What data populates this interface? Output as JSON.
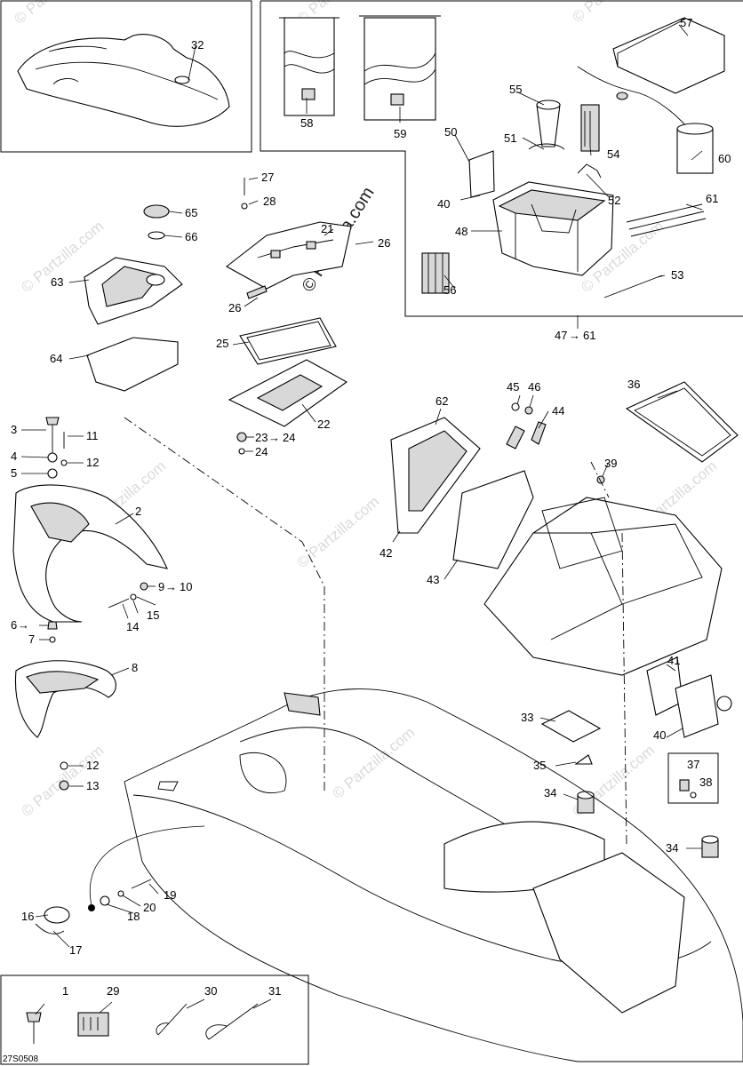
{
  "diagram": {
    "code": "27S0508",
    "watermark": "© Partzilla.com",
    "callouts": [
      {
        "id": "c1",
        "text": "1"
      },
      {
        "id": "c2",
        "text": "2"
      },
      {
        "id": "c3",
        "text": "3"
      },
      {
        "id": "c4",
        "text": "4"
      },
      {
        "id": "c5",
        "text": "5"
      },
      {
        "id": "c6",
        "text": "6"
      },
      {
        "id": "c7",
        "text": "7"
      },
      {
        "id": "c8",
        "text": "8"
      },
      {
        "id": "c9",
        "text": "9"
      },
      {
        "id": "c10",
        "text": "10"
      },
      {
        "id": "c11",
        "text": "11"
      },
      {
        "id": "c12a",
        "text": "12"
      },
      {
        "id": "c12b",
        "text": "12"
      },
      {
        "id": "c13",
        "text": "13"
      },
      {
        "id": "c14",
        "text": "14"
      },
      {
        "id": "c15",
        "text": "15"
      },
      {
        "id": "c16",
        "text": "16"
      },
      {
        "id": "c17",
        "text": "17"
      },
      {
        "id": "c18",
        "text": "18"
      },
      {
        "id": "c19",
        "text": "19"
      },
      {
        "id": "c20",
        "text": "20"
      },
      {
        "id": "c21",
        "text": "21"
      },
      {
        "id": "c22",
        "text": "22"
      },
      {
        "id": "c23",
        "text": "23"
      },
      {
        "id": "c24a",
        "text": "24"
      },
      {
        "id": "c24b",
        "text": "24"
      },
      {
        "id": "c25",
        "text": "25"
      },
      {
        "id": "c26a",
        "text": "26"
      },
      {
        "id": "c26b",
        "text": "26"
      },
      {
        "id": "c27",
        "text": "27"
      },
      {
        "id": "c28",
        "text": "28"
      },
      {
        "id": "c29",
        "text": "29"
      },
      {
        "id": "c30",
        "text": "30"
      },
      {
        "id": "c31",
        "text": "31"
      },
      {
        "id": "c32",
        "text": "32"
      },
      {
        "id": "c33",
        "text": "33"
      },
      {
        "id": "c34a",
        "text": "34"
      },
      {
        "id": "c34b",
        "text": "34"
      },
      {
        "id": "c35",
        "text": "35"
      },
      {
        "id": "c36",
        "text": "36"
      },
      {
        "id": "c37",
        "text": "37"
      },
      {
        "id": "c38",
        "text": "38"
      },
      {
        "id": "c39",
        "text": "39"
      },
      {
        "id": "c40a",
        "text": "40"
      },
      {
        "id": "c40b",
        "text": "40"
      },
      {
        "id": "c41",
        "text": "41"
      },
      {
        "id": "c42",
        "text": "42"
      },
      {
        "id": "c43",
        "text": "43"
      },
      {
        "id": "c44",
        "text": "44"
      },
      {
        "id": "c45",
        "text": "45"
      },
      {
        "id": "c46",
        "text": "46"
      },
      {
        "id": "c47",
        "text": "47"
      },
      {
        "id": "c48",
        "text": "48"
      },
      {
        "id": "c50",
        "text": "50"
      },
      {
        "id": "c51",
        "text": "51"
      },
      {
        "id": "c52",
        "text": "52"
      },
      {
        "id": "c53",
        "text": "53"
      },
      {
        "id": "c54",
        "text": "54"
      },
      {
        "id": "c55",
        "text": "55"
      },
      {
        "id": "c56",
        "text": "56"
      },
      {
        "id": "c57",
        "text": "57"
      },
      {
        "id": "c58",
        "text": "58"
      },
      {
        "id": "c59",
        "text": "59"
      },
      {
        "id": "c60",
        "text": "60"
      },
      {
        "id": "c61a",
        "text": "61"
      },
      {
        "id": "c61b",
        "text": "61"
      },
      {
        "id": "c62",
        "text": "62"
      },
      {
        "id": "c63",
        "text": "63"
      },
      {
        "id": "c64",
        "text": "64"
      },
      {
        "id": "c65",
        "text": "65"
      },
      {
        "id": "c66",
        "text": "66"
      }
    ],
    "range_arrow": "→"
  }
}
